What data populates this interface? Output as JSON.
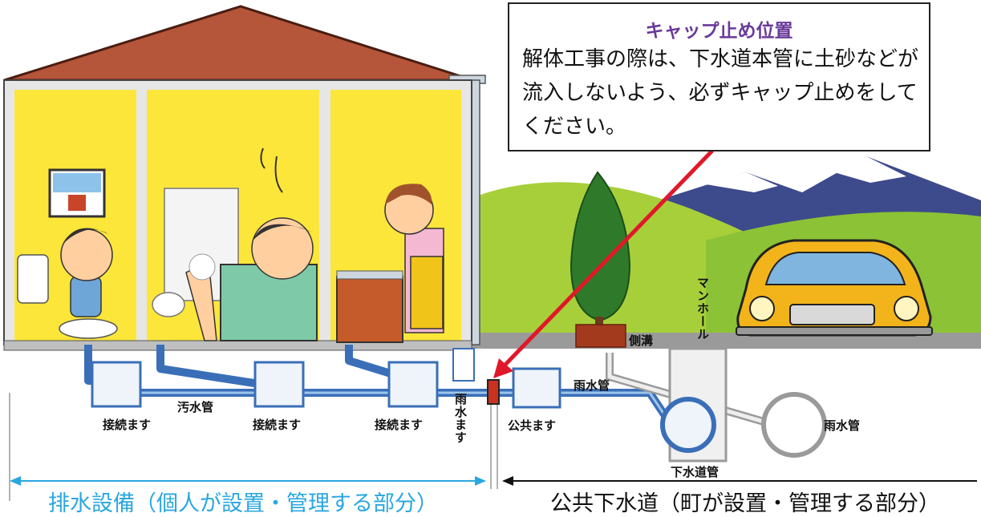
{
  "callout": {
    "title": "キャップ止め位置",
    "body": "解体工事の際は、下水道本管に土砂などが流入しないよう、必ずキャップ止めをしてください。"
  },
  "labels": {
    "sewage_pipe": "汚水管",
    "connection_box_1": "接続ます",
    "connection_box_2": "接続ます",
    "connection_box_3": "接続ます",
    "rainwater_box": "雨水ます",
    "public_box": "公共ます",
    "side_ditch": "側溝",
    "manhole": "マンホール",
    "rain_pipe_1": "雨水管",
    "rain_pipe_2": "雨水管",
    "sewer_main": "下水道管"
  },
  "captions": {
    "private": "排水設備（個人が設置・管理する部分）",
    "public": "公共下水道（町が設置・管理する部分）"
  },
  "colors": {
    "private_arrow": "#2aa7e0",
    "public_arrow": "#111111",
    "callout_title": "#6a3a9a",
    "pointer_arrow": "#e0182a",
    "pipe": "#3a6fb8",
    "cap": "#c8321e"
  }
}
